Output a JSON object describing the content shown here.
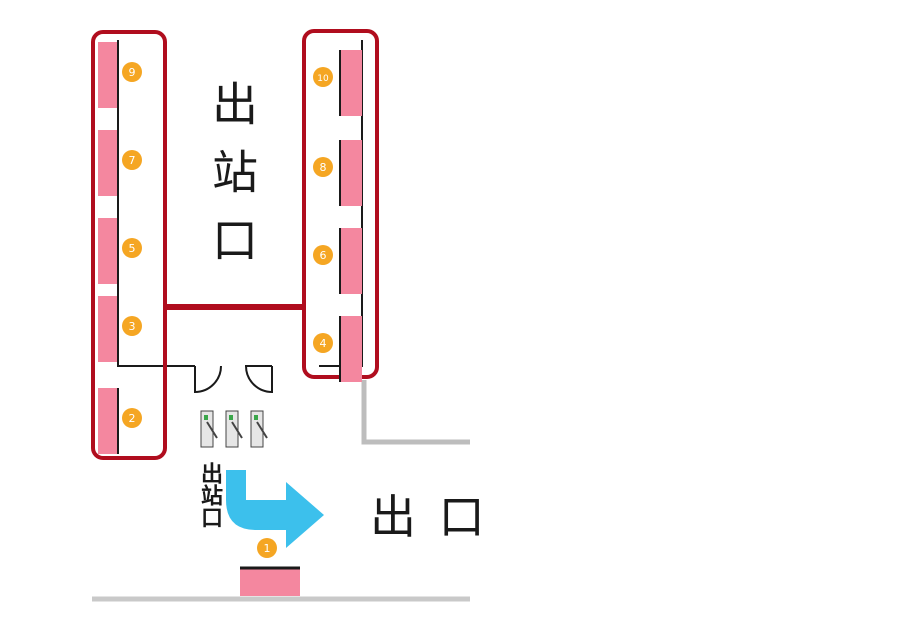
{
  "labels": {
    "exit_area": "出站口",
    "exit_small": "出站口",
    "exit_main": "出 口"
  },
  "platforms": {
    "left": [
      "9",
      "7",
      "5",
      "3",
      "2"
    ],
    "right": [
      "10",
      "8",
      "6",
      "4"
    ],
    "bottom": [
      "1"
    ]
  },
  "colors": {
    "platform": "#f4879f",
    "platform_border": "#1a1a1a",
    "badge": "#f5a623",
    "group_outline": "#b00d1e",
    "arrow": "#3cc0ec",
    "wall": "#bdbdbd"
  },
  "icons": [
    "door-icon",
    "turnstile-icon",
    "arrow-right-icon"
  ]
}
